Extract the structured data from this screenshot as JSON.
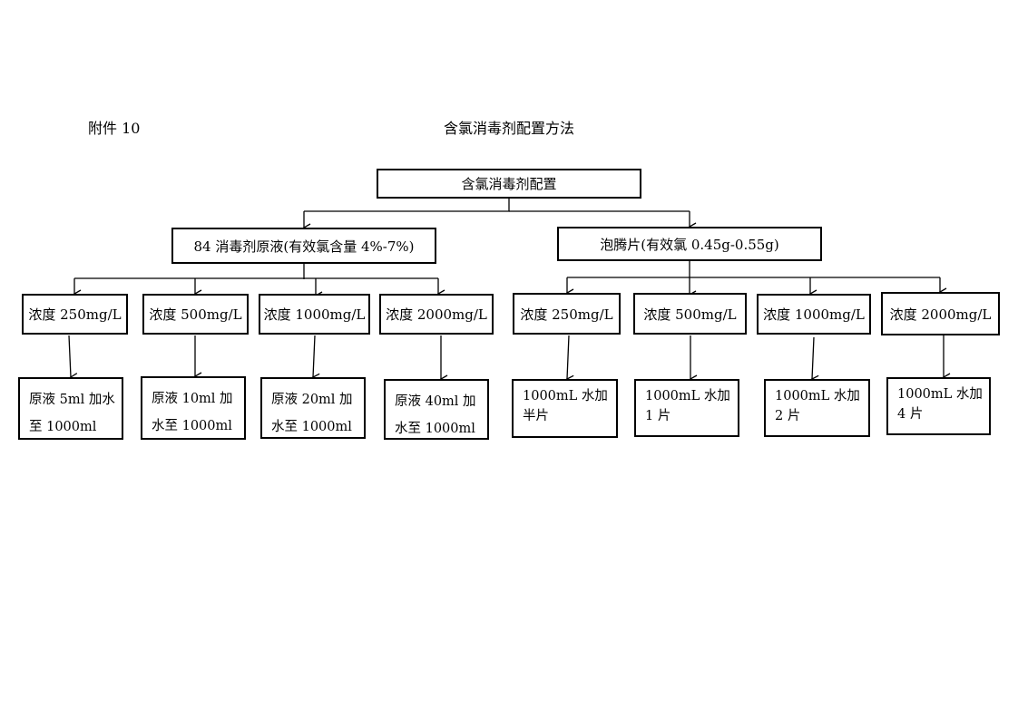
{
  "header": {
    "attachment": "附件 10",
    "title": "含氯消毒剂配置方法"
  },
  "root": "含氯消毒剂配置",
  "left": {
    "title": "84 消毒剂原液(有效氯含量 4%-7%)",
    "concentrations": [
      "浓度 250mg/L",
      "浓度 500mg/L",
      "浓度 1000mg/L",
      "浓度 2000mg/L"
    ],
    "methods": [
      "原液 5ml 加水至 1000ml",
      "原液 10ml 加水至 1000ml",
      "原液 20ml 加水至 1000ml",
      "原液 40ml 加水至 1000ml"
    ]
  },
  "right": {
    "title": "泡腾片(有效氯 0.45g-0.55g)",
    "concentrations": [
      "浓度 250mg/L",
      "浓度 500mg/L",
      "浓度 1000mg/L",
      "浓度 2000mg/L"
    ],
    "methods": [
      "1000mL 水加半片",
      "1000mL 水加 1 片",
      "1000mL 水加 2 片",
      "1000mL 水加 4 片"
    ]
  }
}
